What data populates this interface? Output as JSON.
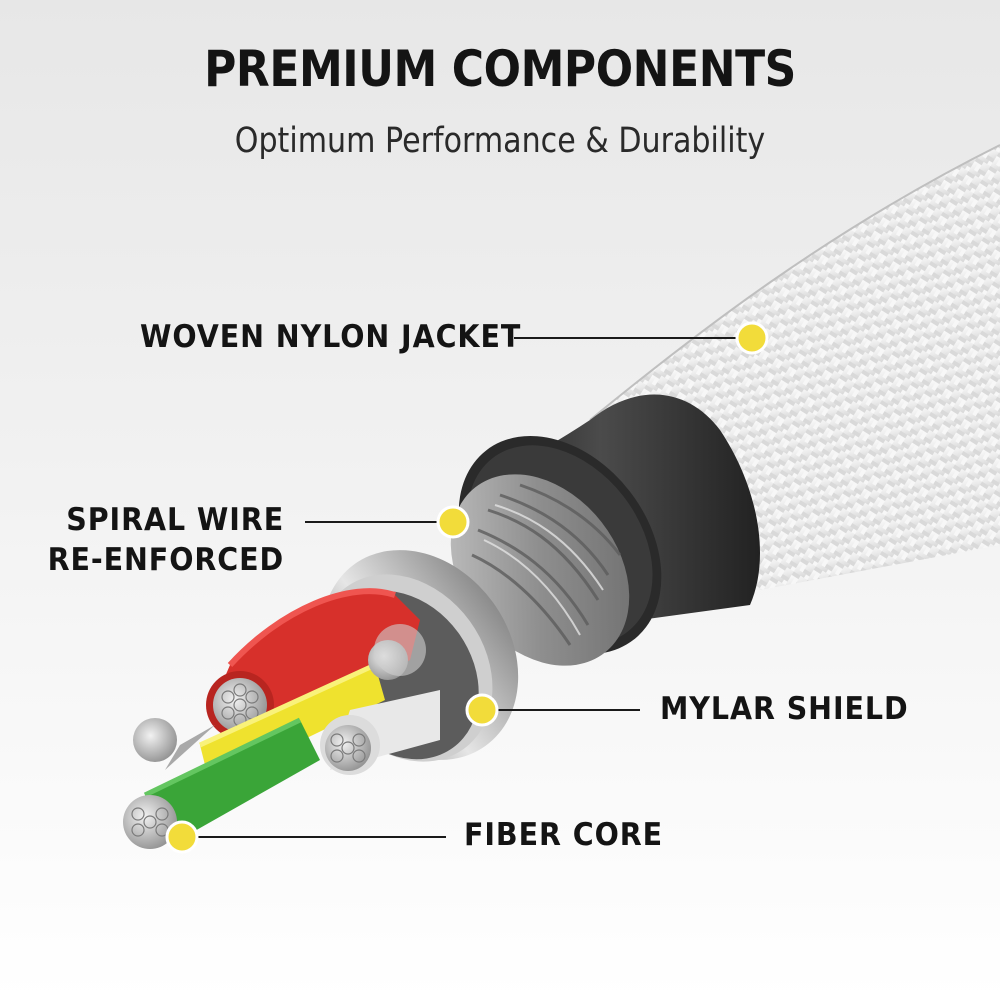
{
  "header": {
    "title": "PREMIUM COMPONENTS",
    "subtitle": "Optimum Performance & Durability"
  },
  "callouts": [
    {
      "id": "jacket",
      "lines": [
        "WOVEN NYLON JACKET"
      ]
    },
    {
      "id": "spiral",
      "lines": [
        "SPIRAL WIRE",
        "RE-ENFORCED"
      ]
    },
    {
      "id": "mylar",
      "lines": [
        "MYLAR SHIELD"
      ]
    },
    {
      "id": "fiber",
      "lines": [
        "FIBER CORE"
      ]
    }
  ],
  "colors": {
    "marker_yellow": "#f2dc3a",
    "jacket_white": "#eeeeee",
    "sleeve_black": "#2b2b2b",
    "wire_red": "#dc3530",
    "wire_yellow": "#f0e42f",
    "wire_green": "#3aa538",
    "wire_white": "#e8e8e8"
  },
  "icons": [
    "callout-marker-icon"
  ]
}
